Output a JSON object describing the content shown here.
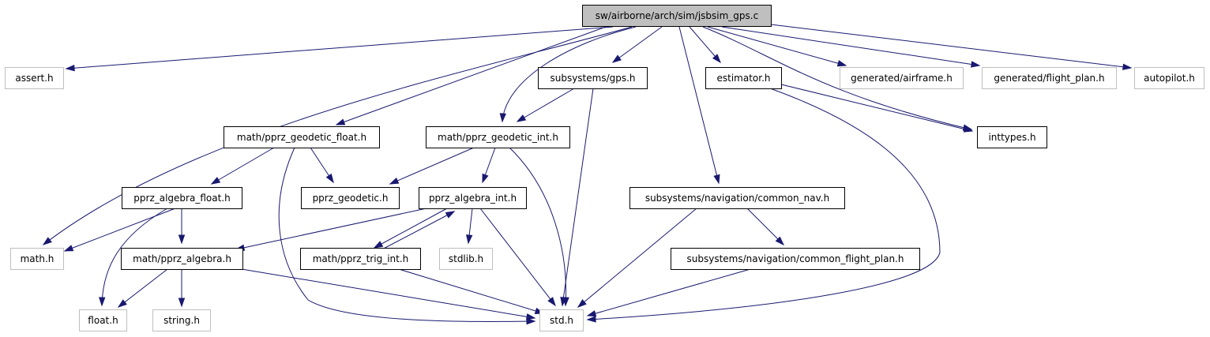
{
  "graph": {
    "edge_color": "#191970",
    "root_fill": "#bfbfbf",
    "external_stroke": "#bfbfbf",
    "nodes": [
      {
        "id": "root",
        "label": "sw/airborne/arch/sim/jsbsim_gps.c",
        "kind": "root"
      },
      {
        "id": "assert",
        "label": "assert.h",
        "kind": "external"
      },
      {
        "id": "gps",
        "label": "subsystems/gps.h",
        "kind": "local"
      },
      {
        "id": "estimator",
        "label": "estimator.h",
        "kind": "local"
      },
      {
        "id": "airframe",
        "label": "generated/airframe.h",
        "kind": "external"
      },
      {
        "id": "flightplan",
        "label": "generated/flight_plan.h",
        "kind": "external"
      },
      {
        "id": "autopilot",
        "label": "autopilot.h",
        "kind": "external"
      },
      {
        "id": "geofloat",
        "label": "math/pprz_geodetic_float.h",
        "kind": "local"
      },
      {
        "id": "geoint",
        "label": "math/pprz_geodetic_int.h",
        "kind": "local"
      },
      {
        "id": "inttypes",
        "label": "inttypes.h",
        "kind": "local"
      },
      {
        "id": "algfloat",
        "label": "pprz_algebra_float.h",
        "kind": "local"
      },
      {
        "id": "geodetic",
        "label": "pprz_geodetic.h",
        "kind": "local"
      },
      {
        "id": "algint",
        "label": "pprz_algebra_int.h",
        "kind": "local"
      },
      {
        "id": "commonnav",
        "label": "subsystems/navigation/common_nav.h",
        "kind": "local"
      },
      {
        "id": "math",
        "label": "math.h",
        "kind": "external"
      },
      {
        "id": "algebra",
        "label": "math/pprz_algebra.h",
        "kind": "local"
      },
      {
        "id": "trigint",
        "label": "math/pprz_trig_int.h",
        "kind": "local"
      },
      {
        "id": "stdlib",
        "label": "stdlib.h",
        "kind": "external"
      },
      {
        "id": "commonfp",
        "label": "subsystems/navigation/common_flight_plan.h",
        "kind": "local"
      },
      {
        "id": "float",
        "label": "float.h",
        "kind": "external"
      },
      {
        "id": "string",
        "label": "string.h",
        "kind": "external"
      },
      {
        "id": "std",
        "label": "std.h",
        "kind": "external"
      }
    ],
    "edges": [
      [
        "root",
        "assert"
      ],
      [
        "root",
        "gps"
      ],
      [
        "root",
        "estimator"
      ],
      [
        "root",
        "airframe"
      ],
      [
        "root",
        "flightplan"
      ],
      [
        "root",
        "autopilot"
      ],
      [
        "root",
        "geofloat"
      ],
      [
        "root",
        "geoint"
      ],
      [
        "root",
        "inttypes"
      ],
      [
        "root",
        "math"
      ],
      [
        "root",
        "commonnav"
      ],
      [
        "gps",
        "geoint"
      ],
      [
        "gps",
        "std"
      ],
      [
        "estimator",
        "inttypes"
      ],
      [
        "estimator",
        "std"
      ],
      [
        "geofloat",
        "algfloat"
      ],
      [
        "geofloat",
        "geodetic"
      ],
      [
        "geofloat",
        "std"
      ],
      [
        "geoint",
        "geodetic"
      ],
      [
        "geoint",
        "algint"
      ],
      [
        "geoint",
        "std"
      ],
      [
        "algfloat",
        "math"
      ],
      [
        "algfloat",
        "algebra"
      ],
      [
        "algfloat",
        "float"
      ],
      [
        "algint",
        "algebra"
      ],
      [
        "algint",
        "trigint"
      ],
      [
        "algint",
        "stdlib"
      ],
      [
        "algint",
        "std"
      ],
      [
        "trigint",
        "algint"
      ],
      [
        "trigint",
        "std"
      ],
      [
        "commonnav",
        "std"
      ],
      [
        "commonnav",
        "commonfp"
      ],
      [
        "algebra",
        "float"
      ],
      [
        "algebra",
        "string"
      ],
      [
        "algebra",
        "std"
      ],
      [
        "commonfp",
        "std"
      ]
    ]
  }
}
